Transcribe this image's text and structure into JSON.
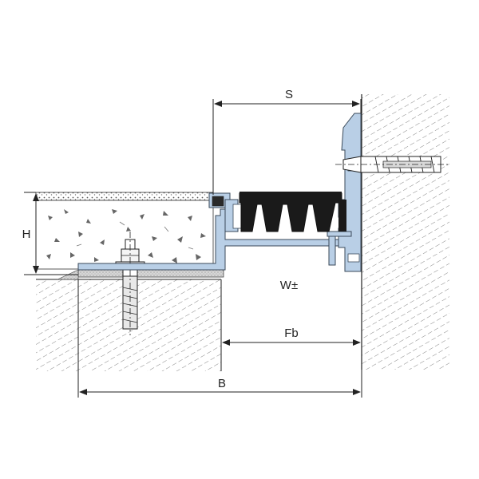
{
  "labels": {
    "s": "S",
    "h": "H",
    "w": "W±",
    "fb": "Fb",
    "b": "B"
  },
  "colors": {
    "profile": "#b9cfe6",
    "profile_stroke": "#3a4a5a",
    "rubber": "#1a1a1a",
    "hatch": "#555555",
    "line": "#222222"
  },
  "icons": [
    "anchor-bolt-icon",
    "wall-plug-icon"
  ]
}
